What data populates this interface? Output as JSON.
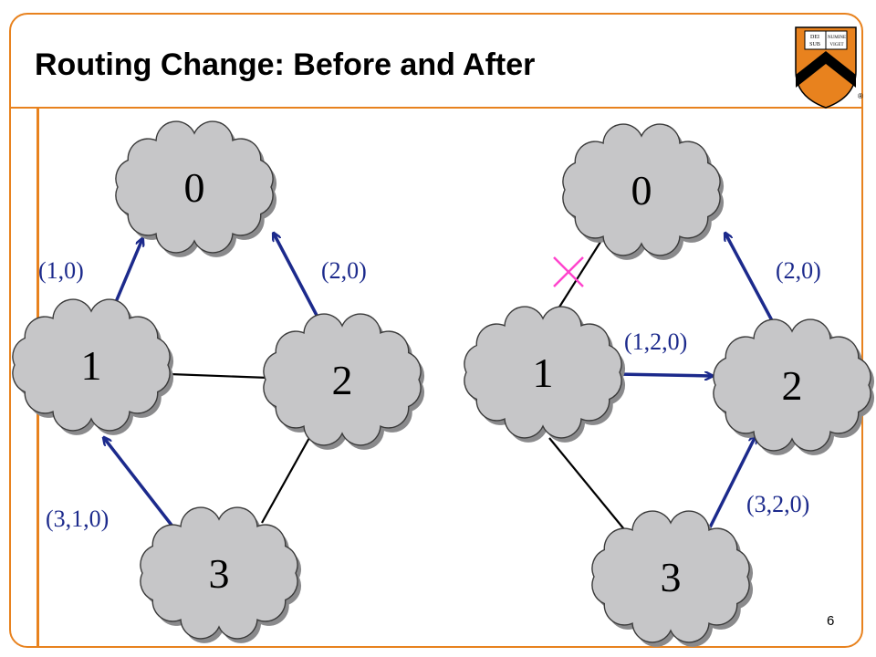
{
  "slide": {
    "title": "Routing Change: Before and After",
    "page_number": "6"
  },
  "logo": {
    "name": "princeton-shield",
    "motto_words": [
      "DEI",
      "SUB",
      "NUMINE",
      "VIGET"
    ],
    "trademark": "®",
    "colors": {
      "shield": "#e8821e",
      "chevron": "#000000",
      "book": "#ffffff"
    }
  },
  "colors": {
    "frame": "#e8821e",
    "cloud_fill": "#c6c6c8",
    "cloud_outline": "#3a3a3a",
    "arrow": "#1c2a8c",
    "link": "#000000",
    "failure_mark": "#ff44cc"
  },
  "diagrams": [
    {
      "name": "before",
      "nodes": [
        {
          "id": "0",
          "label": "0"
        },
        {
          "id": "1",
          "label": "1"
        },
        {
          "id": "2",
          "label": "2"
        },
        {
          "id": "3",
          "label": "3"
        }
      ],
      "links": [
        {
          "from": "1",
          "to": "0",
          "directed": true,
          "label": "(1,0)"
        },
        {
          "from": "2",
          "to": "0",
          "directed": true,
          "label": "(2,0)"
        },
        {
          "from": "3",
          "to": "1",
          "directed": true,
          "label": "(3,1,0)"
        },
        {
          "from": "1",
          "to": "2",
          "directed": false,
          "label": ""
        },
        {
          "from": "2",
          "to": "3",
          "directed": false,
          "label": ""
        }
      ]
    },
    {
      "name": "after",
      "nodes": [
        {
          "id": "0",
          "label": "0"
        },
        {
          "id": "1",
          "label": "1"
        },
        {
          "id": "2",
          "label": "2"
        },
        {
          "id": "3",
          "label": "3"
        }
      ],
      "links": [
        {
          "from": "1",
          "to": "0",
          "directed": false,
          "label": "",
          "failed": true
        },
        {
          "from": "2",
          "to": "0",
          "directed": true,
          "label": "(2,0)"
        },
        {
          "from": "1",
          "to": "2",
          "directed": true,
          "label": "(1,2,0)"
        },
        {
          "from": "3",
          "to": "2",
          "directed": true,
          "label": "(3,2,0)"
        },
        {
          "from": "1",
          "to": "3",
          "directed": false,
          "label": ""
        }
      ]
    }
  ]
}
